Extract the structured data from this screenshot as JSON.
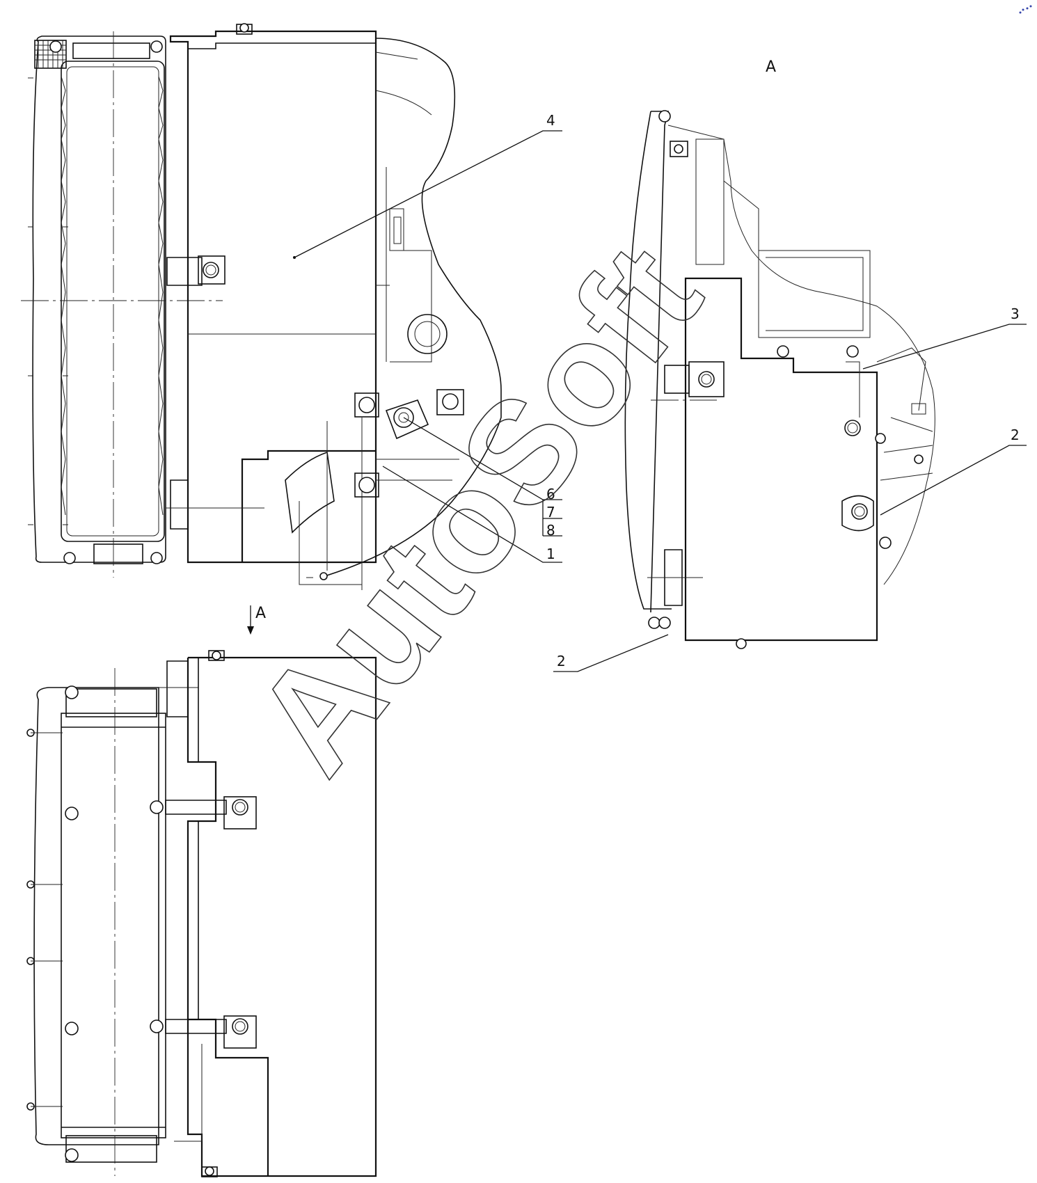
{
  "view_labels": {
    "view_a_top": "A",
    "view_a_arrow": "A"
  },
  "callouts": {
    "c1": "1",
    "c2_right": "2",
    "c2_bottom": "2",
    "c3": "3",
    "c4": "4",
    "c6": "6",
    "c7": "7",
    "c8": "8"
  },
  "watermark": "AutoSoft",
  "colors": {
    "line": "#111111",
    "background": "#ffffff",
    "corner_mark": "#3344aa"
  }
}
